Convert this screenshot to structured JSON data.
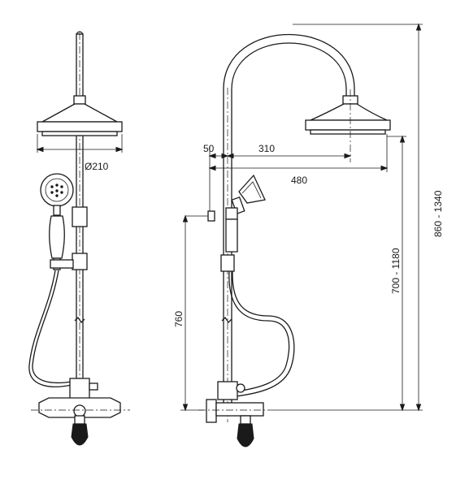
{
  "diagram": {
    "front_view": {
      "head_diameter_label": "Ø210"
    },
    "side_view": {
      "offset_label": "50",
      "arm_label": "310",
      "projection_label": "480",
      "handshower_height_label": "760",
      "head_height_label": "700 - 1180",
      "total_height_label": "860 - 1340"
    }
  }
}
